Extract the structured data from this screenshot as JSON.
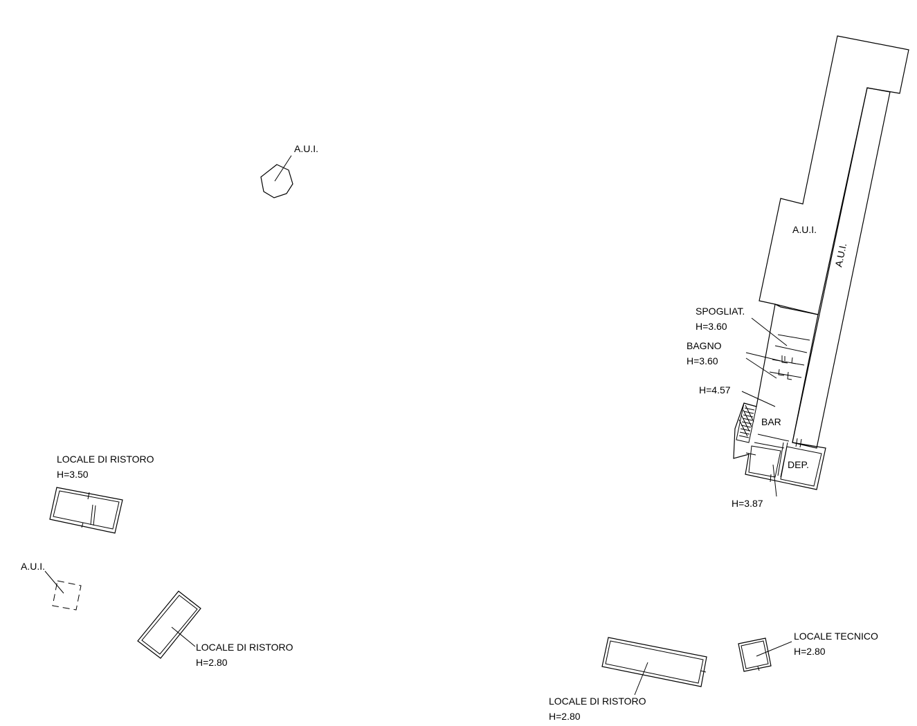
{
  "labels": {
    "aui_top": "A.U.I.",
    "aui_right_block": "A.U.I.",
    "aui_right_strip": "A.U.I.",
    "spogliat_name": "SPOGLIAT.",
    "spogliat_height": "H=3.60",
    "bagno_name": "BAGNO",
    "bagno_height": "H=3.60",
    "bar_height": "H=4.57",
    "bar_name": "BAR",
    "dep_name": "DEP.",
    "dep_height": "H=3.87",
    "ristoro_left_name": "LOCALE DI RISTORO",
    "ristoro_left_height": "H=3.50",
    "aui_small": "A.U.I.",
    "ristoro_center_name": "LOCALE DI RISTORO",
    "ristoro_center_height": "H=2.80",
    "ristoro_bottom_name": "LOCALE DI RISTORO",
    "ristoro_bottom_height": "H=2.80",
    "tecnico_name": "LOCALE TECNICO",
    "tecnico_height": "H=2.80"
  }
}
